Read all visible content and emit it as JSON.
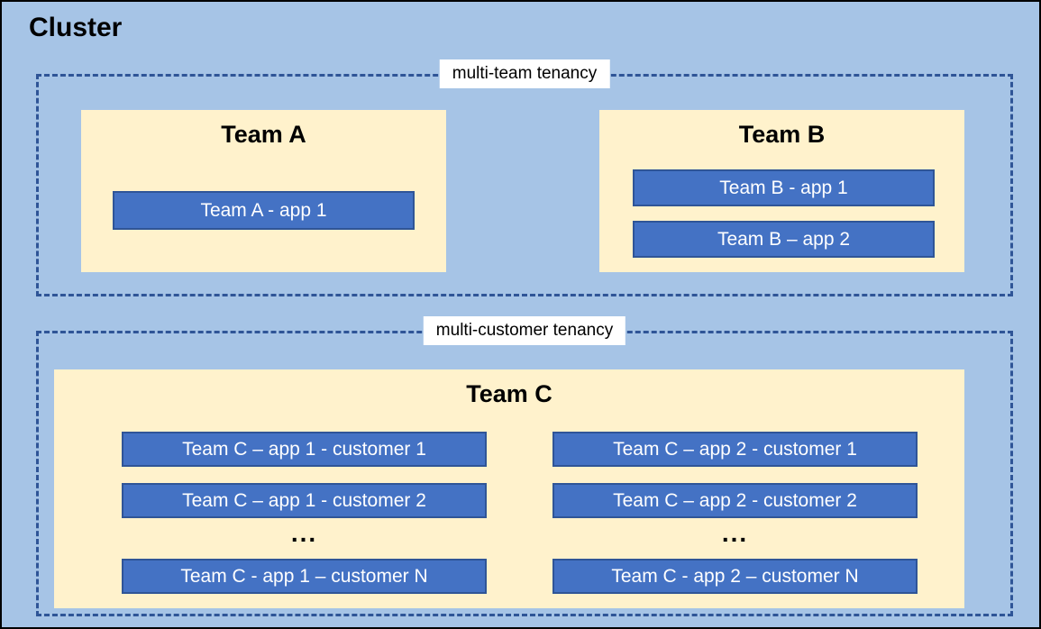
{
  "title": "Cluster",
  "sections": [
    {
      "label": "multi-team tenancy",
      "teams": [
        {
          "name": "Team A",
          "apps": [
            "Team A - app 1"
          ]
        },
        {
          "name": "Team B",
          "apps": [
            "Team B - app 1",
            "Team B – app 2"
          ]
        }
      ]
    },
    {
      "label": "multi-customer tenancy",
      "teams": [
        {
          "name": "Team C",
          "columns": [
            {
              "apps": [
                "Team C – app 1 - customer 1",
                "Team C – app 1 - customer 2",
                "Team C - app 1 – customer N"
              ],
              "ellipsis": "..."
            },
            {
              "apps": [
                "Team C – app 2 - customer 1",
                "Team C – app 2 - customer 2",
                "Team C - app 2 – customer N"
              ],
              "ellipsis": "..."
            }
          ]
        }
      ]
    }
  ],
  "colors": {
    "cluster_bg": "#A6C4E6",
    "team_bg": "#FFF2CC",
    "app_bg": "#4472C4",
    "app_border": "#2F5597",
    "dashed_border": "#2F5597",
    "app_text": "#FFFFFF",
    "label_bg": "#FFFFFF",
    "text": "#000000",
    "outer_border": "#000000"
  }
}
